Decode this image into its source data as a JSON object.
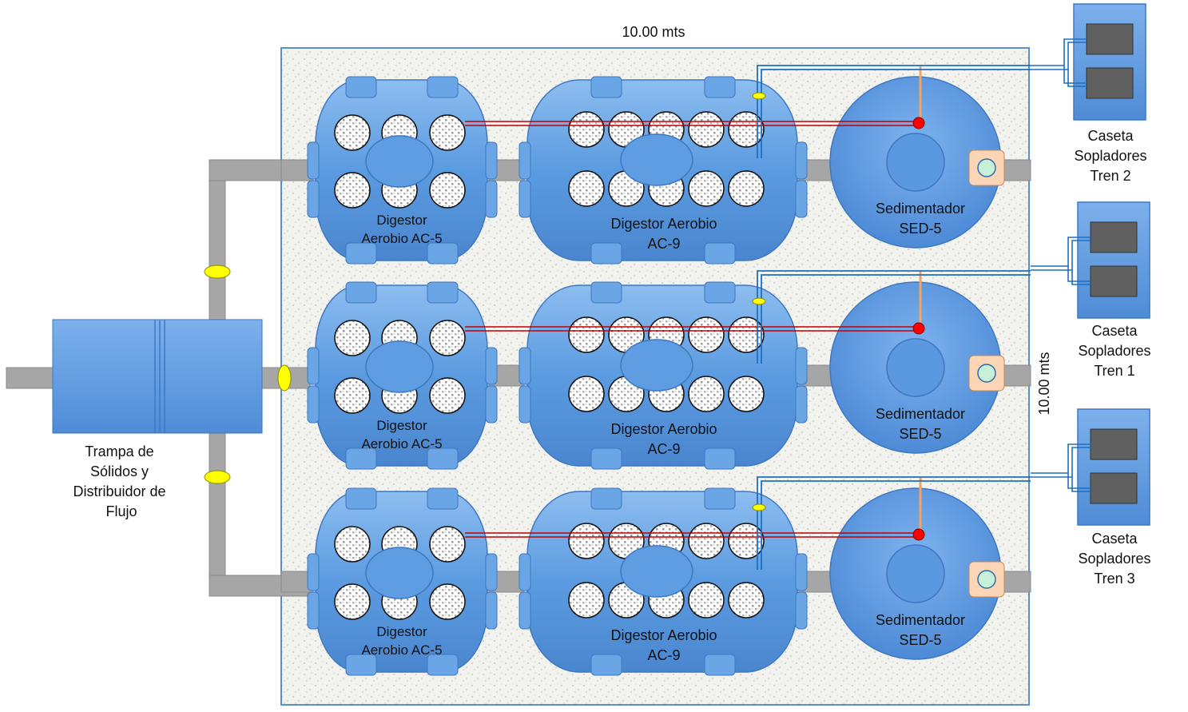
{
  "dimensions": {
    "top": "10.00 mts",
    "right": "10.00 mts"
  },
  "solids_trap": {
    "line1": "Trampa de",
    "line2": "Sólidos y",
    "line3": "Distribuidor de",
    "line4": "Flujo"
  },
  "trains": [
    {
      "digestor_small": {
        "line1": "Digestor",
        "line2": "Aerobio AC-5"
      },
      "digestor_large": {
        "line1": "Digestor Aerobio",
        "line2": "AC-9"
      },
      "sedimentador": {
        "line1": "Sedimentador",
        "line2": "SED-5"
      }
    },
    {
      "digestor_small": {
        "line1": "Digestor",
        "line2": "Aerobio AC-5"
      },
      "digestor_large": {
        "line1": "Digestor Aerobio",
        "line2": "AC-9"
      },
      "sedimentador": {
        "line1": "Sedimentador",
        "line2": "SED-5"
      }
    },
    {
      "digestor_small": {
        "line1": "Digestor",
        "line2": "Aerobio AC-5"
      },
      "digestor_large": {
        "line1": "Digestor Aerobio",
        "line2": "AC-9"
      },
      "sedimentador": {
        "line1": "Sedimentador",
        "line2": "SED-5"
      }
    }
  ],
  "blower_houses": [
    {
      "line1": "Caseta",
      "line2": "Sopladores",
      "line3": "Tren 2"
    },
    {
      "line1": "Caseta",
      "line2": "Sopladores",
      "line3": "Tren 1"
    },
    {
      "line1": "Caseta",
      "line2": "Sopladores",
      "line3": "Tren 3"
    }
  ],
  "colors": {
    "tank": "#5b9be0",
    "tank_light": "#8fbff0",
    "pipe": "#a6a6a6",
    "air_line": "#c00000",
    "blower_line": "#1f6fc0",
    "valve": "#ffff00",
    "gravel": "#f2f2ee",
    "scum_pipe": "#f4a460",
    "sensor": "#ff0000"
  }
}
